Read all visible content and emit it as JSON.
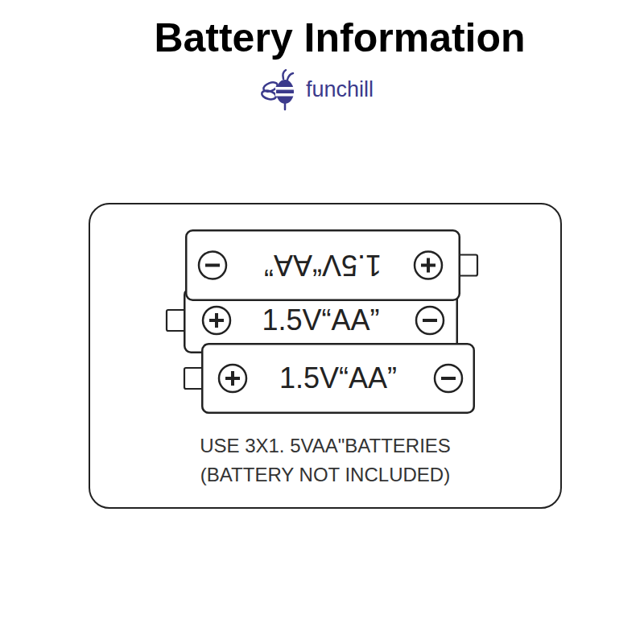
{
  "diagram": {
    "title": "Battery Information",
    "nodes": [
      {
        "text": [
          "USE 3X1. 5VAA\"BATTERIES",
          "(BATTERY NOT INCLUDED)"
        ]
      },
      {
        "text": [
          "1.5V“AA”"
        ],
        "in": 0
      },
      {
        "text": [
          "1.5V“AA”"
        ],
        "in": 0
      },
      {
        "text": [
          "1.5V“AA”"
        ],
        "in": 0
      }
    ],
    "labels": [
      "funchill"
    ]
  }
}
